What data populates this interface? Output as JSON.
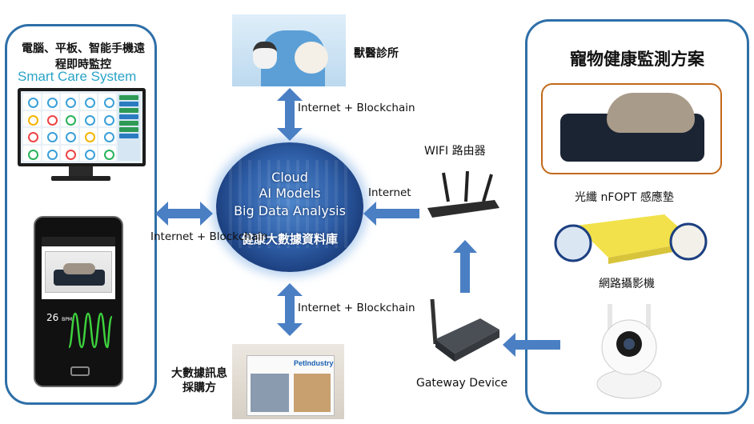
{
  "left_panel": {
    "title": "電腦、平板、智能手機遠程即時監控",
    "system_name": "Smart Care System",
    "phone": {
      "bpm_value": "26",
      "bpm_unit": "BPM"
    }
  },
  "center": {
    "cloud_lines": [
      "Cloud",
      "AI Models",
      "Big Data Analysis"
    ],
    "database_label": "健康大數據資料庫",
    "vet_label": "獸醫診所",
    "buyer_label": "大數據訊息採購方",
    "magazine_title": "PetIndustry"
  },
  "links": {
    "vet_link": "Internet + Blockchain",
    "buyer_link": "Internet + Blockchain",
    "monitor_link": "Internet + Blockchain",
    "router_link": "Internet"
  },
  "network": {
    "router_label": "WIFI 路由器",
    "gateway_label": "Gateway Device"
  },
  "right_panel": {
    "title": "寵物健康監測方案",
    "sensor_label": "光纖 nFOPT 感應墊",
    "camera_label": "網路攝影機"
  },
  "colors": {
    "panel_border": "#2e6fa8",
    "arrow": "#4a7fc4",
    "pad_border": "#c26a1a"
  }
}
